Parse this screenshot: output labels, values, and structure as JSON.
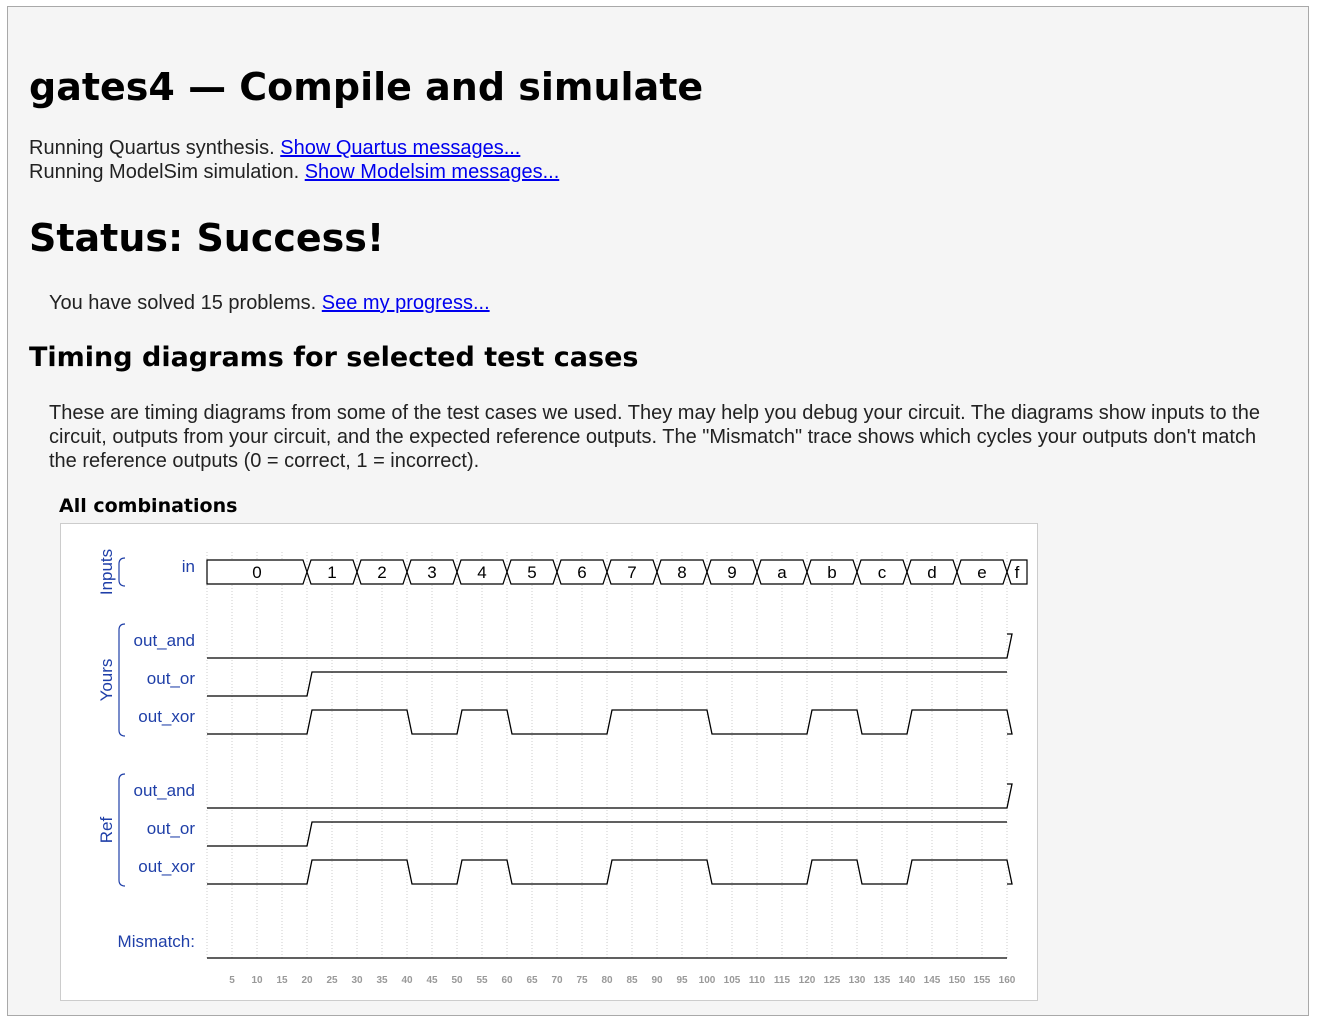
{
  "page": {
    "title": "gates4 — Compile and simulate",
    "quartus": {
      "text": "Running Quartus synthesis.",
      "link": "Show Quartus messages..."
    },
    "modelsim": {
      "text": "Running ModelSim simulation.",
      "link": "Show Modelsim messages..."
    },
    "status": "Status: Success!",
    "solved": {
      "text": "You have solved 15 problems.",
      "link": "See my progress..."
    },
    "tests_heading": "Timing diagrams for selected test cases",
    "description": "These are timing diagrams from some of the test cases we used. They may help you debug your circuit. The diagrams show inputs to the circuit, outputs from your circuit, and the expected reference outputs. The \"Mismatch\" trace shows which cycles your outputs don't match the reference outputs (0 = correct, 1 = incorrect).",
    "combo_heading": "All combinations"
  },
  "waveform": {
    "groups": [
      {
        "label": "Inputs",
        "signals": [
          "in"
        ]
      },
      {
        "label": "Yours",
        "signals": [
          "out_and",
          "out_or",
          "out_xor"
        ]
      },
      {
        "label": "Ref",
        "signals": [
          "out_and",
          "out_or",
          "out_xor"
        ]
      }
    ],
    "mismatch_label": "Mismatch:",
    "time_ticks": [
      5,
      10,
      15,
      20,
      25,
      30,
      35,
      40,
      45,
      50,
      55,
      60,
      65,
      70,
      75,
      80,
      85,
      90,
      95,
      100,
      105,
      110,
      115,
      120,
      125,
      130,
      135,
      140,
      145,
      150,
      155,
      160
    ],
    "in_bus": [
      {
        "t": 0,
        "label": "0"
      },
      {
        "t": 20,
        "label": "1"
      },
      {
        "t": 30,
        "label": "2"
      },
      {
        "t": 40,
        "label": "3"
      },
      {
        "t": 50,
        "label": "4"
      },
      {
        "t": 60,
        "label": "5"
      },
      {
        "t": 70,
        "label": "6"
      },
      {
        "t": 80,
        "label": "7"
      },
      {
        "t": 90,
        "label": "8"
      },
      {
        "t": 100,
        "label": "9"
      },
      {
        "t": 110,
        "label": "a"
      },
      {
        "t": 120,
        "label": "b"
      },
      {
        "t": 130,
        "label": "c"
      },
      {
        "t": 140,
        "label": "d"
      },
      {
        "t": 150,
        "label": "e"
      },
      {
        "t": 160,
        "label": "f"
      }
    ],
    "yours": {
      "out_and": [
        [
          0,
          0
        ],
        [
          160,
          1
        ]
      ],
      "out_or": [
        [
          0,
          0
        ],
        [
          20,
          1
        ]
      ],
      "out_xor": [
        [
          0,
          0
        ],
        [
          20,
          1
        ],
        [
          40,
          0
        ],
        [
          50,
          1
        ],
        [
          60,
          0
        ],
        [
          80,
          1
        ],
        [
          100,
          0
        ],
        [
          120,
          1
        ],
        [
          130,
          0
        ],
        [
          140,
          1
        ],
        [
          160,
          0
        ]
      ]
    },
    "ref": {
      "out_and": [
        [
          0,
          0
        ],
        [
          160,
          1
        ]
      ],
      "out_or": [
        [
          0,
          0
        ],
        [
          20,
          1
        ]
      ],
      "out_xor": [
        [
          0,
          0
        ],
        [
          20,
          1
        ],
        [
          40,
          0
        ],
        [
          50,
          1
        ],
        [
          60,
          0
        ],
        [
          80,
          1
        ],
        [
          100,
          0
        ],
        [
          120,
          1
        ],
        [
          130,
          0
        ],
        [
          140,
          1
        ],
        [
          160,
          0
        ]
      ]
    },
    "mismatch": [
      [
        0,
        0
      ]
    ],
    "time_end": 164,
    "colors": {
      "label": "#1f3fa8",
      "trace": "#000000",
      "grid": "#cccccc",
      "tick": "#999999"
    }
  }
}
